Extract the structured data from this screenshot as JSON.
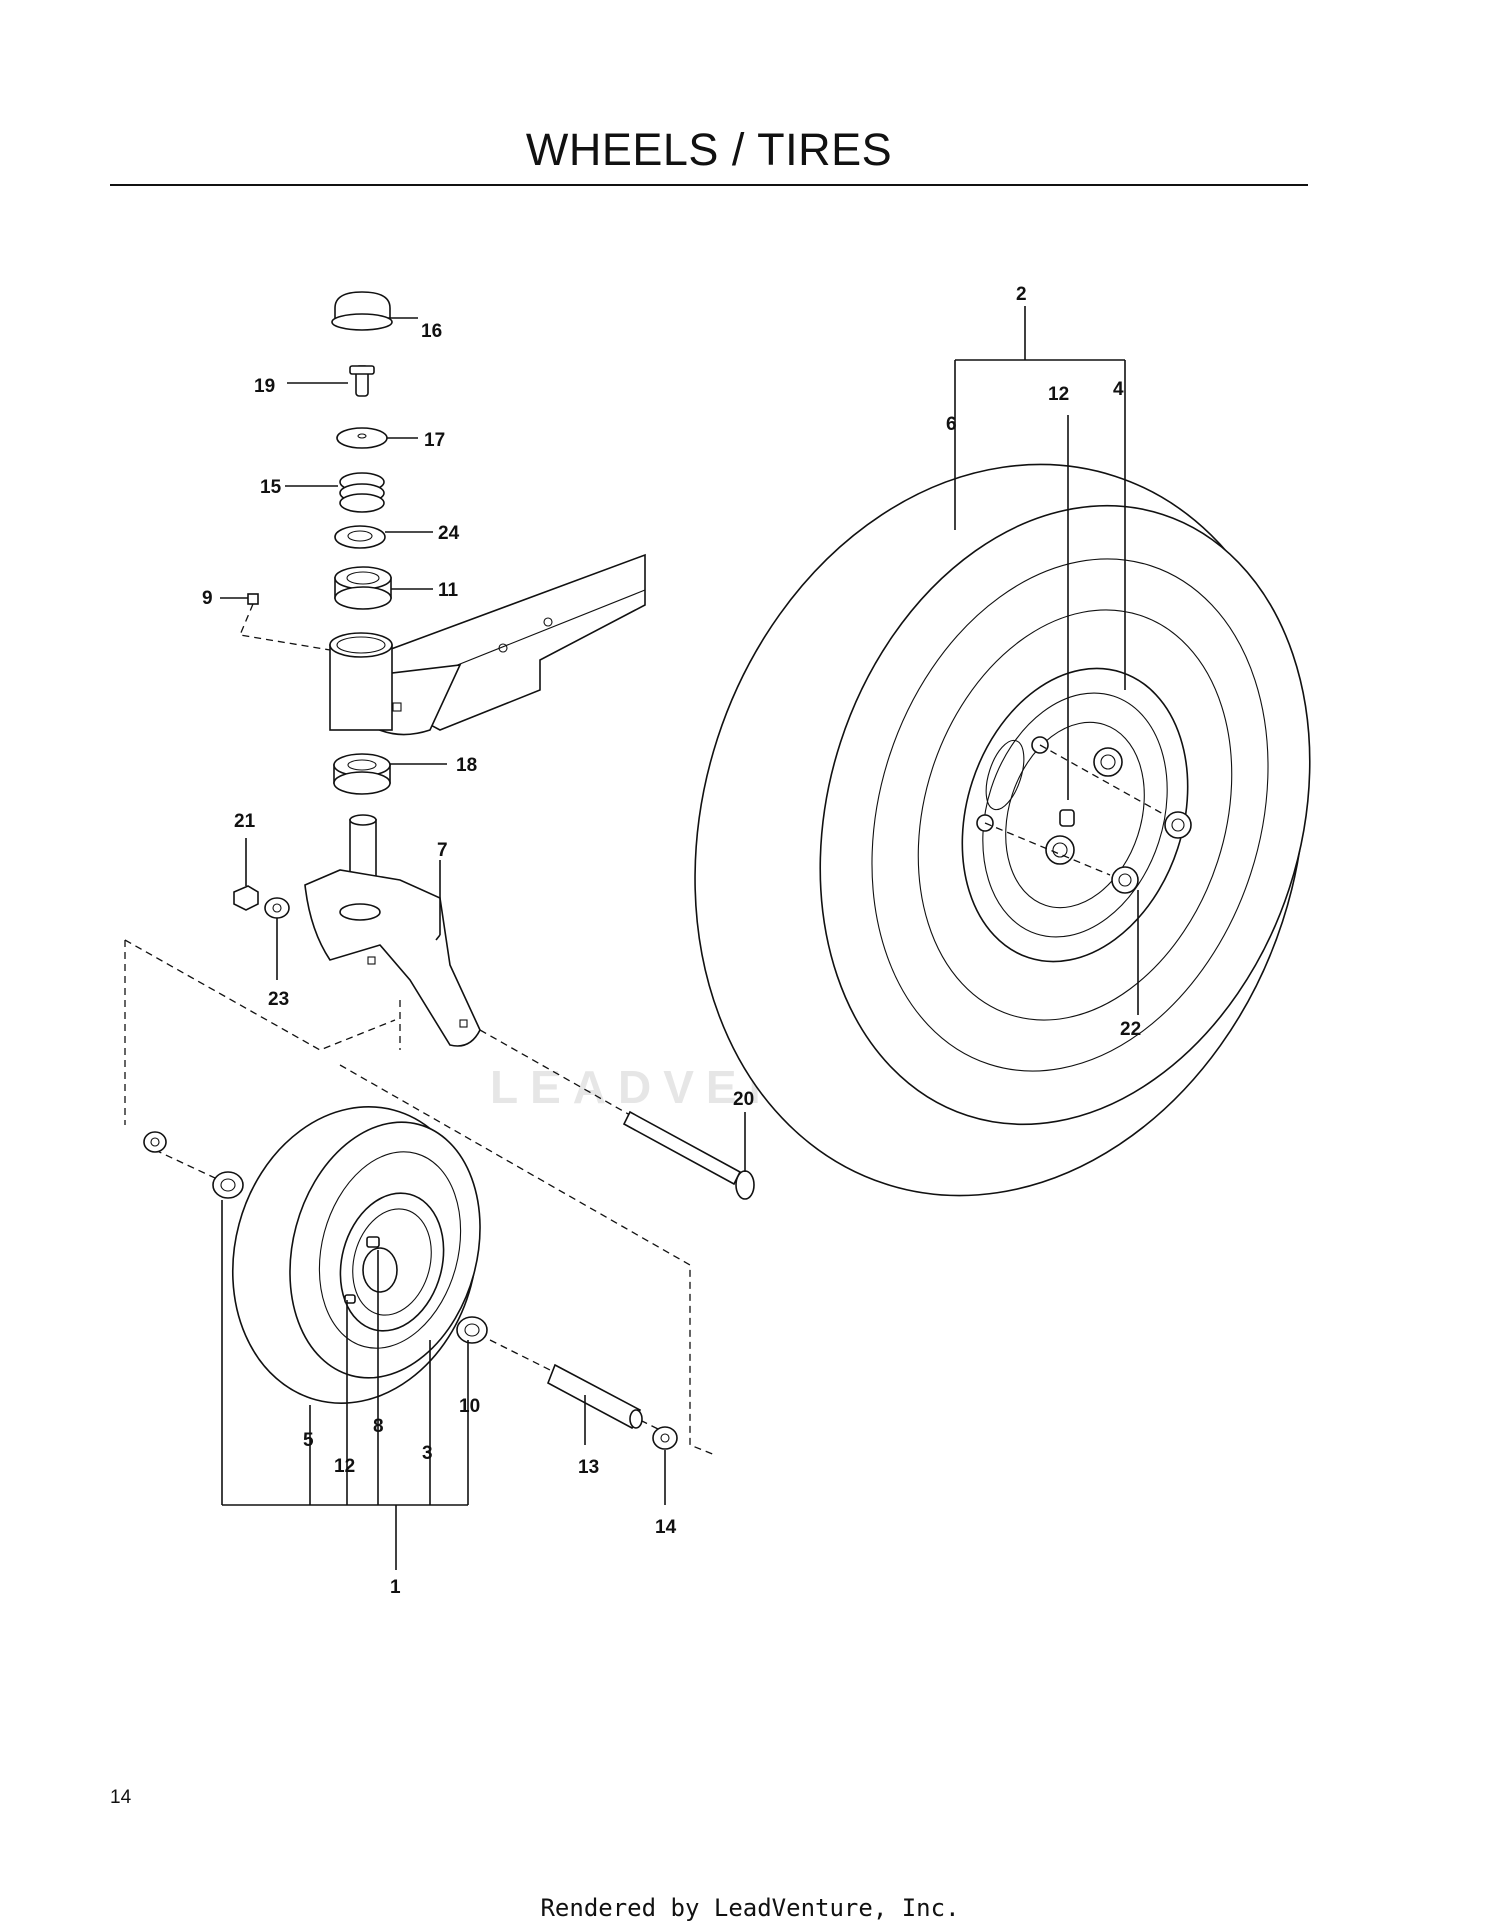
{
  "page": {
    "title": "WHEELS / TIRES",
    "page_number": "14",
    "footer": "Rendered by LeadVenture, Inc.",
    "watermark": "LEADVENTURE"
  },
  "callouts": {
    "c1": "1",
    "c2": "2",
    "c3": "3",
    "c4": "4",
    "c5": "5",
    "c6": "6",
    "c7": "7",
    "c8": "8",
    "c9": "9",
    "c10": "10",
    "c11": "11",
    "c12a": "12",
    "c12b": "12",
    "c13": "13",
    "c14": "14",
    "c15": "15",
    "c16": "16",
    "c17": "17",
    "c18": "18",
    "c19": "19",
    "c20": "20",
    "c21": "21",
    "c22": "22",
    "c23": "23",
    "c24": "24"
  }
}
